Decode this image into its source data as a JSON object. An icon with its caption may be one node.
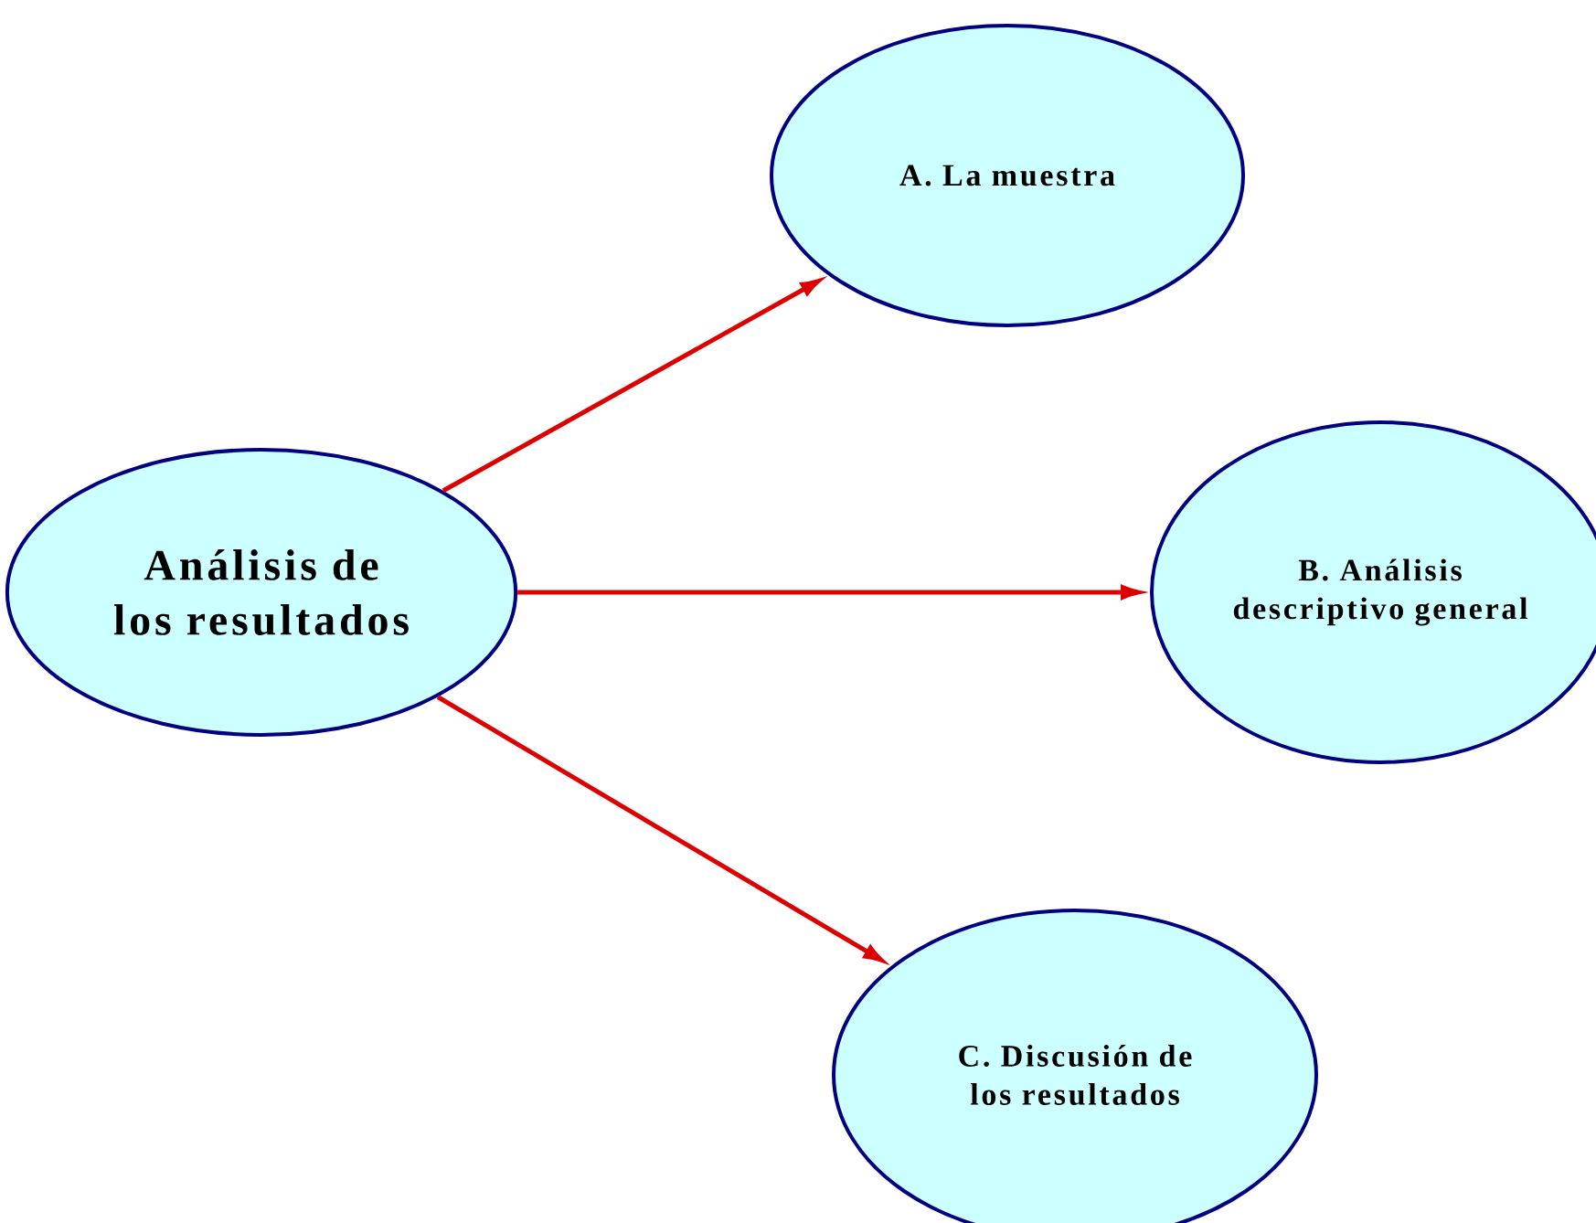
{
  "diagram": {
    "nodes": [
      {
        "text": [
          "Análisis de los resultados"
        ]
      },
      {
        "text": [
          "A. La muestra"
        ]
      },
      {
        "text": [
          "B. Análisis descriptivo general"
        ]
      },
      {
        "text": [
          "C. Discusión de los resultados"
        ]
      }
    ],
    "edges": [
      {
        "from": 0,
        "to": 1,
        "arrow": "to"
      },
      {
        "from": 0,
        "to": 2,
        "arrow": "to"
      },
      {
        "from": 0,
        "to": 3,
        "arrow": "to"
      }
    ]
  }
}
